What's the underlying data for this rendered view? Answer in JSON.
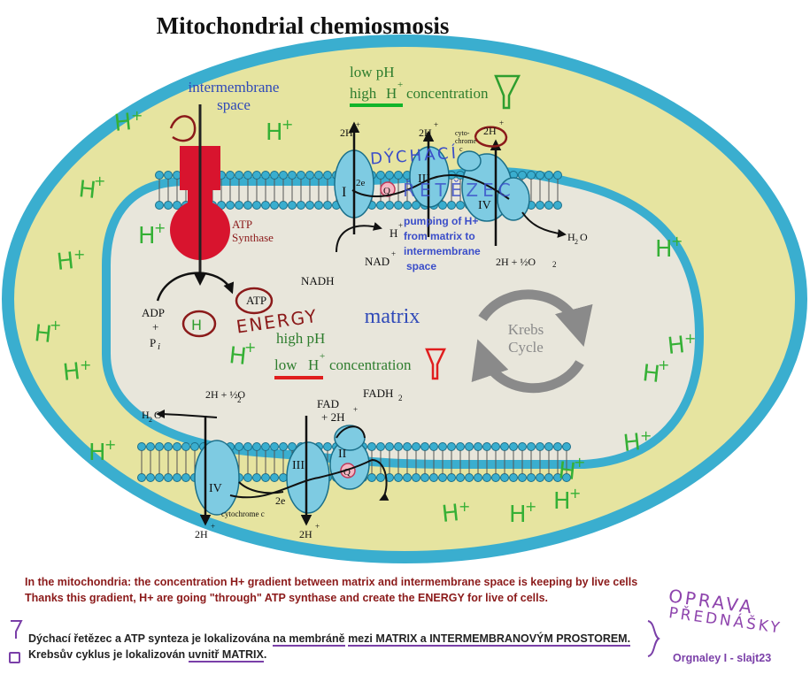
{
  "title": "Mitochondrial chemiosmosis",
  "regions": {
    "intermembrane_line1": "intermembrane",
    "intermembrane_line2": "space",
    "matrix": "matrix",
    "krebs_line1": "Krebs",
    "krebs_line2": "Cycle"
  },
  "gradient": {
    "low_ph": "low pH",
    "high_h": "high",
    "h": "H",
    "plus": "+",
    "concentration": "concentration",
    "high_ph": "high pH",
    "low_h": "low"
  },
  "atp_synthase": {
    "line1": "ATP",
    "line2": "Synthase",
    "adp": "ADP",
    "plus": "+",
    "pi": "P",
    "pi_sub": "i",
    "atp": "ATP"
  },
  "upper_chain": {
    "complex_i": "I",
    "complex_iii": "III",
    "complex_iv": "IV",
    "q": "Q",
    "e2": "2e",
    "h2_a": "2H",
    "h2_b": "2H",
    "h2_c": "2H",
    "cytochrome_line1": "cyto-",
    "cytochrome_line2": "chrome",
    "cytochrome_line3": "c",
    "nadh": "NADH",
    "nad": "NAD",
    "h": "H",
    "plus": "+",
    "water": "H",
    "water_sub": "2",
    "water_o": "O",
    "half_o2": "2H + ½O",
    "half_o2_sub": "2"
  },
  "pumping_note": [
    "pumping of H+",
    "from matrix to",
    "intermembrane",
    "space"
  ],
  "lower_chain": {
    "complex_ii": "II",
    "complex_iii": "III",
    "complex_iv": "IV",
    "q": "Q",
    "fad": "FAD",
    "fadh2": "FADH",
    "fadh2_sub": "2",
    "plus2h": "+ 2H",
    "e2": "2e",
    "cytochrome": "cytochrome c",
    "h2_a": "2H",
    "h2_b": "2H",
    "water": "H",
    "water_sub": "2",
    "water_o": "O",
    "half_o2": "2H + ½O",
    "half_o2_sub": "2"
  },
  "annotations": {
    "dychaci": "DÝCHACÍ",
    "retezec": "ŘETĚZEC",
    "energy": "ENERGY",
    "h_mark": "H",
    "h_plus": "+"
  },
  "caption": {
    "line1": "In the  mitochondria: the concentration  H+ gradient between matrix and intermembrane space is keeping by live cells",
    "line2": "Thanks this  gradient, H+ are going \"through\" ATP synthase and create the ENERGY for live of cells."
  },
  "czech_notes": {
    "line1_a": "Dýchací řetězec a ATP synteza je lokalizována ",
    "line1_b": "na membráně",
    "line1_c": " ",
    "line1_d": "mezi MATRIX a INTERMEMBRANOVÝM PROSTOREM.",
    "line2_a": "Krebsův cyklus je lokalizován ",
    "line2_b": "uvnitř MATRIX",
    "line2_c": "."
  },
  "oprava_line1": "OPRAVA",
  "oprava_line2": "PŘEDNÁŠKY",
  "footer": "Orgnaley I - slajt23",
  "colors": {
    "outer_fill": "#e6e4a0",
    "membrane": "#3aaecf",
    "matrix_fill": "#e8e6db",
    "protein": "#7ecbe2",
    "synthase": "#d8142e",
    "green_note": "#2e9e2e",
    "purple_note": "#7a3fa8",
    "red_note": "#8b1a1a",
    "blue_label": "#2f49b8"
  }
}
